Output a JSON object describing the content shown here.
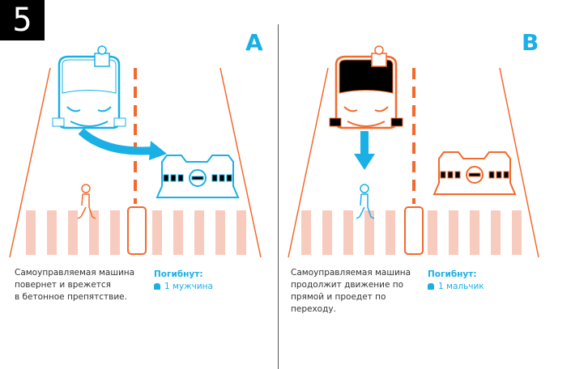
{
  "scenario_number": "5",
  "colors": {
    "option_a": "#1ab0e6",
    "option_b": "#f26a2e",
    "road": "#f26a2e",
    "crosswalk": "#f8cbbf"
  },
  "options": [
    {
      "letter": "A",
      "description": [
        "Самоуправляемая машина",
        "повернет и врежется",
        "в бетонное препятствие."
      ],
      "casualty_label": "Погибнут:",
      "casualty_icon": "skull-icon",
      "casualty": "1 мужчина"
    },
    {
      "letter": "B",
      "description": [
        "Самоуправляемая машина",
        "продолжит движение по",
        "прямой и проедет по",
        "переходу."
      ],
      "casualty_label": "Погибнут:",
      "casualty_icon": "skull-icon",
      "casualty": "1 мальчик"
    }
  ]
}
